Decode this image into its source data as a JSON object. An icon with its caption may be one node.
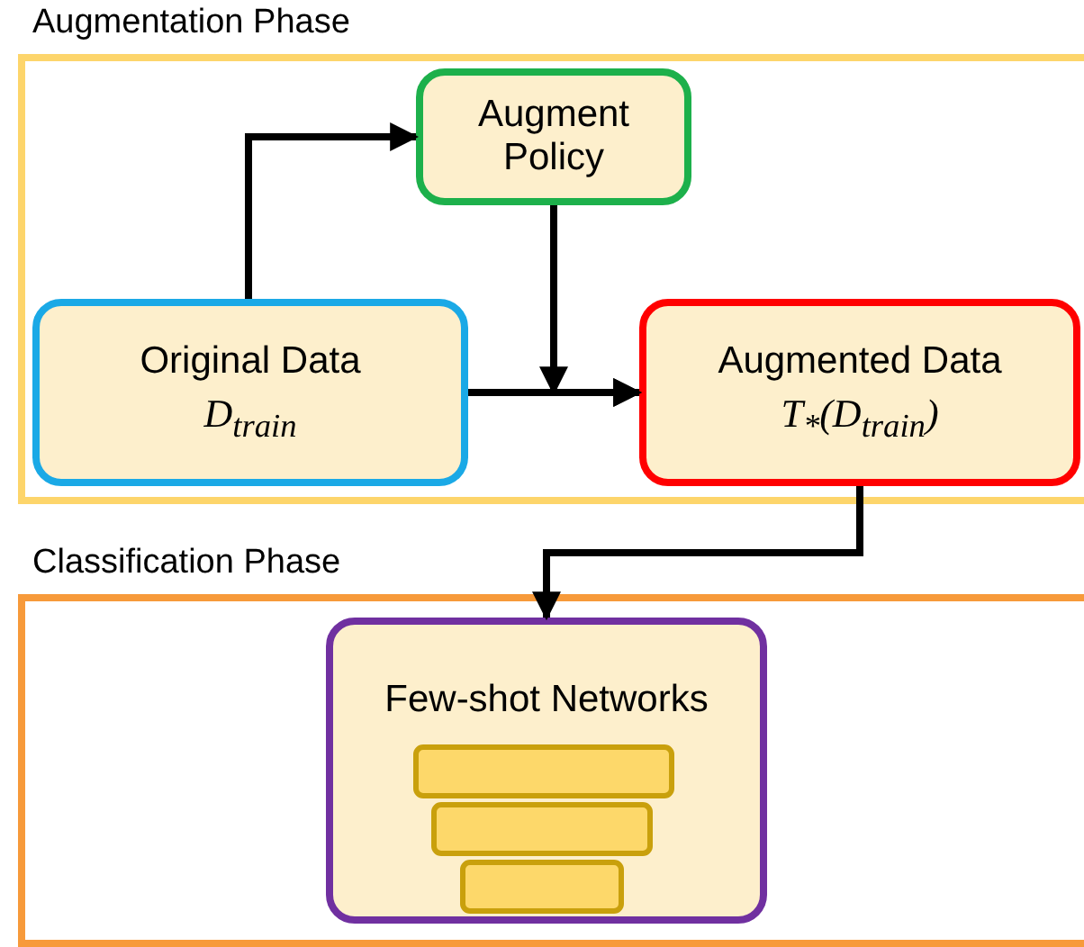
{
  "diagram": {
    "nodes": [
      {
        "text": [
          "Augmentation Phase"
        ]
      },
      {
        "text": [
          "Augment Policy"
        ],
        "in": 0
      },
      {
        "text": [
          "Original Data",
          "D$_{train}$"
        ],
        "in": 0
      },
      {
        "text": [
          "Augmented Data",
          "T$_{*}$(D$_{train}$)"
        ],
        "in": 0
      },
      {
        "text": [
          "Classification Phase"
        ]
      },
      {
        "text": [
          "Few-shot Networks"
        ],
        "in": 4
      }
    ],
    "edges": [
      {
        "from": 2,
        "to": 1,
        "arrow": "to"
      },
      {
        "from": 1,
        "to": 3,
        "arrow": "to"
      },
      {
        "from": 2,
        "to": 3,
        "arrow": "to"
      },
      {
        "from": 3,
        "to": 5,
        "arrow": "to"
      }
    ]
  }
}
